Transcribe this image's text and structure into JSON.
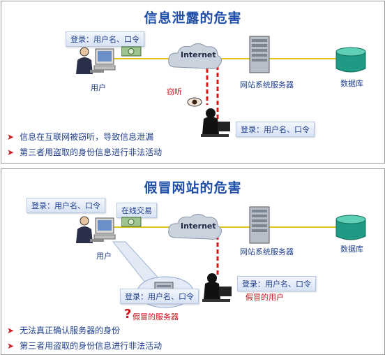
{
  "panel1": {
    "title": "信息泄露的危害",
    "user_login_box": "登录：用户名、口令",
    "internet": "Internet",
    "user": "用户",
    "server": "网站系统服务器",
    "database": "数据库",
    "eavesdrop": "窃听",
    "attacker_box": "登录：用户名、口令",
    "bullets": [
      "信息在互联网被窃听，导致信息泄漏",
      "第三者用盗取的身份信息进行非法活动"
    ]
  },
  "panel2": {
    "title": "假冒网站的危害",
    "user_login_box": "登录：用户名、口令",
    "online_trade_box": "在线交易",
    "internet": "Internet",
    "user": "用户",
    "server": "网站系统服务器",
    "database": "数据库",
    "fake_server_box": "登录：用户名、口令",
    "question_mark": "?",
    "fake_server": "假冒的服务器",
    "attacker_box": "登录：用户名、口令",
    "fake_user": "假冒的用户",
    "bullets": [
      "无法真正确认服务器的身份",
      "第三者用盗取的身份信息进行非法活动"
    ]
  },
  "colors": {
    "title": "#1f4fa8",
    "text": "#1f3f8f",
    "alert": "#c8151b",
    "link_line": "#e3c31b",
    "dash": "#d11a1a"
  }
}
